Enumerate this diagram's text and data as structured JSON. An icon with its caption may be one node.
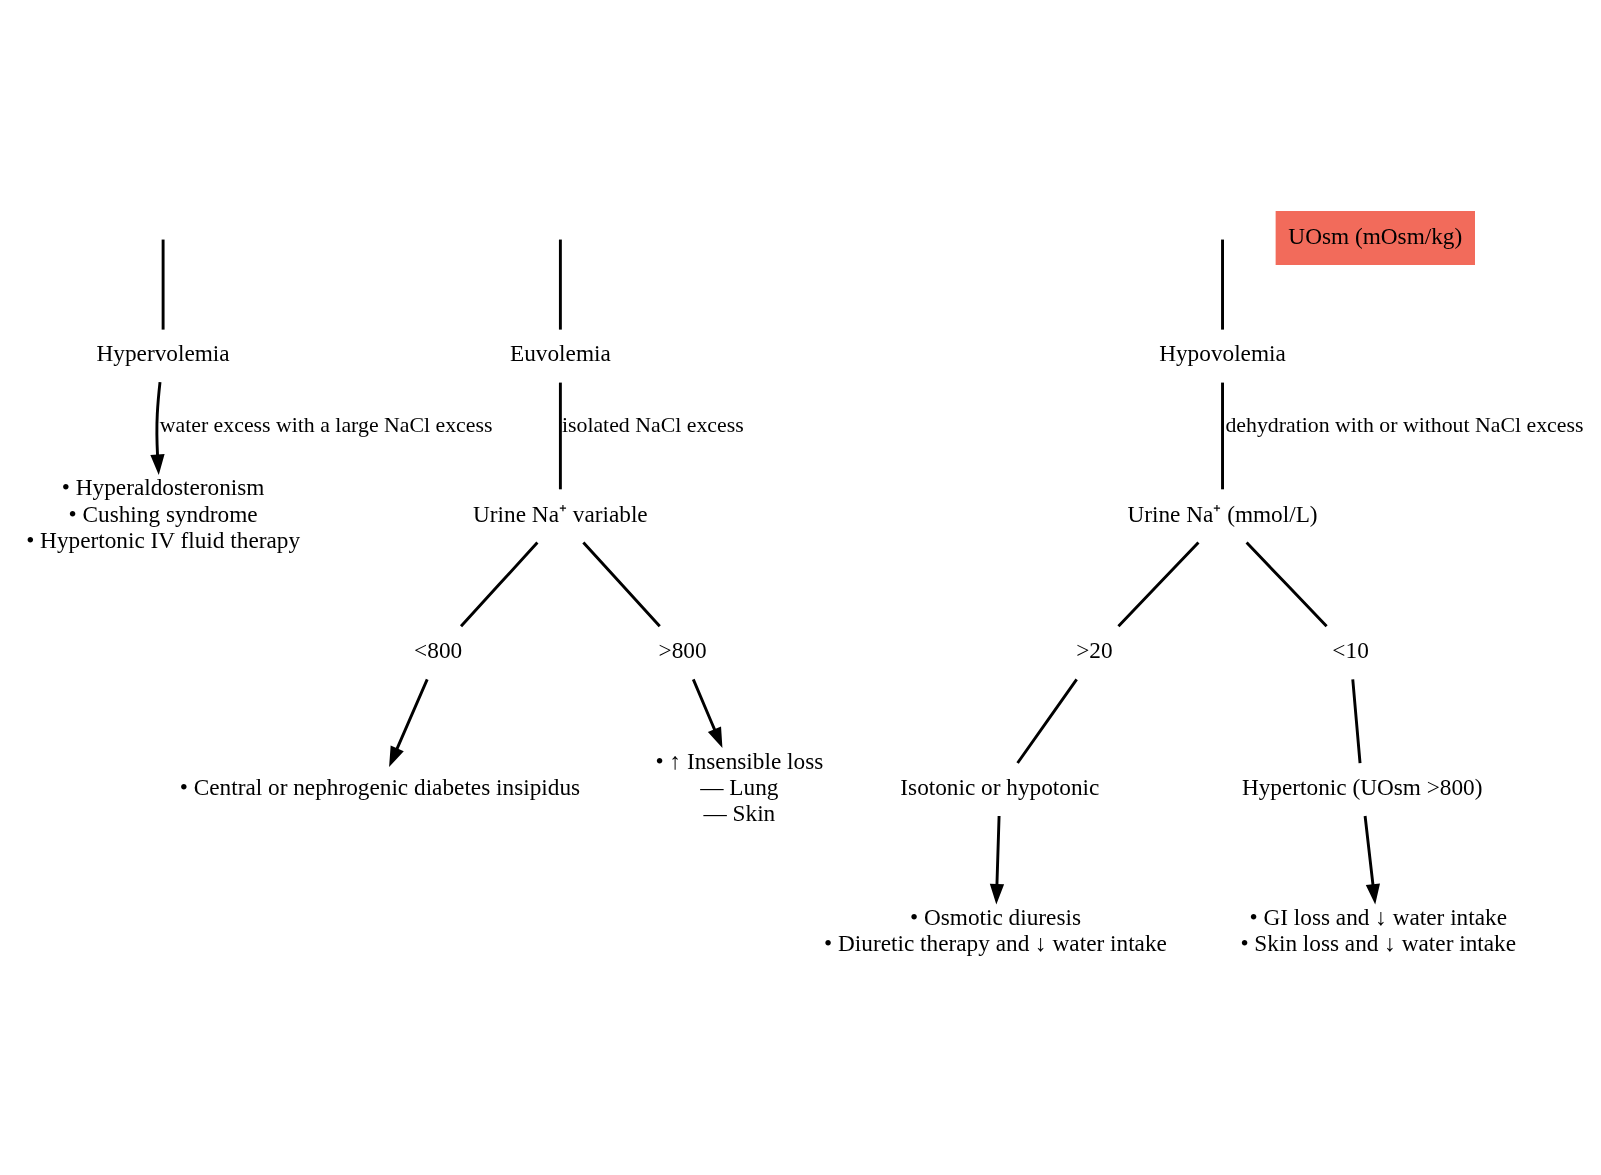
{
  "diagram": {
    "nodes": [
      {
        "text": [
          "Hypervolemia"
        ]
      },
      {
        "text": [
          "Euvolemia"
        ]
      },
      {
        "text": [
          "Hypovolemia"
        ]
      },
      {
        "text": [
          "• Hyperaldosteronism",
          "• Cushing syndrome",
          "• Hypertonic IV fluid therapy"
        ]
      },
      {
        "text": [
          "Urine Na⁺ variable"
        ]
      },
      {
        "text": [
          "Urine Na⁺ (mmol/L)"
        ]
      },
      {
        "text": [
          "UOsm (mOsm/kg)"
        ]
      },
      {
        "text": [
          "<800"
        ]
      },
      {
        "text": [
          ">800"
        ]
      },
      {
        "text": [
          "• Central or nephrogenic diabetes insipidus"
        ]
      },
      {
        "text": [
          "• ↑ Insensible loss",
          "— Lung",
          "— Skin"
        ]
      },
      {
        "text": [
          ">20"
        ]
      },
      {
        "text": [
          "<10"
        ]
      },
      {
        "text": [
          "Isotonic or hypotonic"
        ]
      },
      {
        "text": [
          "Hypertonic (UOsm >800)"
        ]
      },
      {
        "text": [
          "• Osmotic diuresis",
          "• Diuretic therapy and ↓ water intake"
        ]
      },
      {
        "text": [
          "• GI loss and ↓ water intake",
          "• Skin loss and ↓ water intake"
        ]
      }
    ],
    "edges": [
      {
        "from": null,
        "to": 0,
        "arrow": "none"
      },
      {
        "from": null,
        "to": 1,
        "arrow": "none"
      },
      {
        "from": null,
        "to": 2,
        "arrow": "none"
      },
      {
        "from": 0,
        "to": 3,
        "arrow": "to",
        "label": "water excess with a large NaCl excess"
      },
      {
        "from": 1,
        "to": 4,
        "arrow": "none",
        "label": "isolated NaCl excess"
      },
      {
        "from": 2,
        "to": 5,
        "arrow": "none",
        "label": "dehydration with or without NaCl excess"
      },
      {
        "from": 4,
        "to": 7,
        "arrow": "none"
      },
      {
        "from": 4,
        "to": 8,
        "arrow": "none"
      },
      {
        "from": 7,
        "to": 9,
        "arrow": "to"
      },
      {
        "from": 8,
        "to": 10,
        "arrow": "to"
      },
      {
        "from": 5,
        "to": 11,
        "arrow": "none"
      },
      {
        "from": 5,
        "to": 12,
        "arrow": "none"
      },
      {
        "from": 11,
        "to": 13,
        "arrow": "none"
      },
      {
        "from": 12,
        "to": 14,
        "arrow": "none"
      },
      {
        "from": 13,
        "to": 15,
        "arrow": "to"
      },
      {
        "from": 14,
        "to": 16,
        "arrow": "to"
      }
    ]
  }
}
